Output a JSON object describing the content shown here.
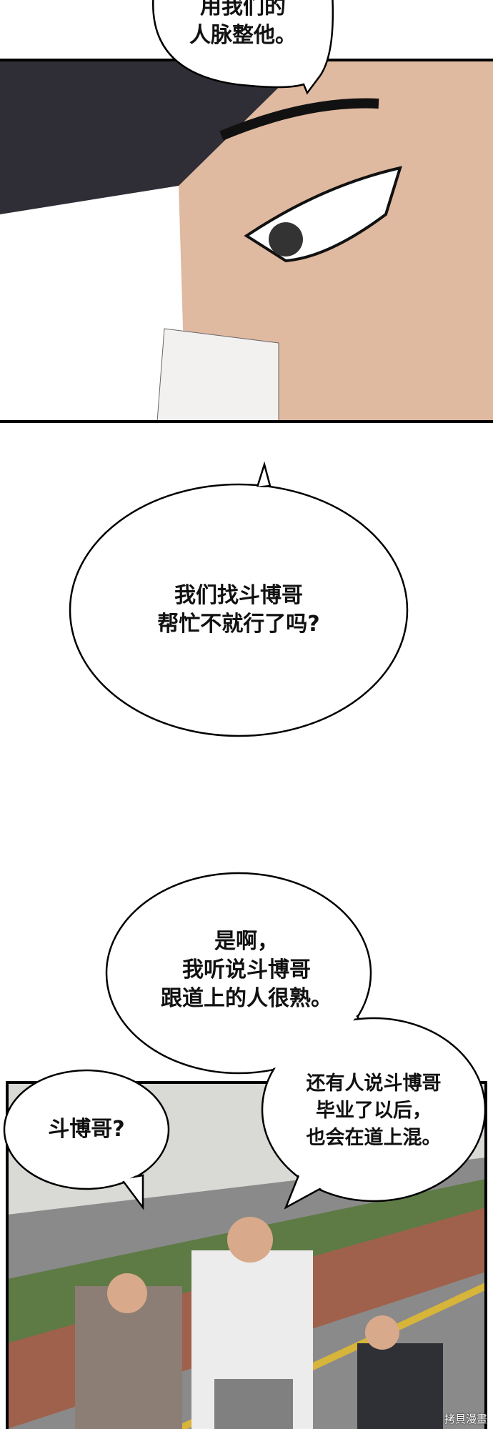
{
  "bubbles": [
    {
      "lines": [
        "用我们的",
        "人脉整他。"
      ]
    },
    {
      "lines": [
        "我们找斗博哥",
        "帮忙不就行了吗?"
      ]
    },
    {
      "lines": [
        "是啊，",
        "我听说斗博哥",
        "跟道上的人很熟。"
      ]
    },
    {
      "lines": [
        "斗博哥?"
      ]
    },
    {
      "lines": [
        "还有人说斗博哥",
        "毕业了以后，",
        "也会在道上混。"
      ]
    }
  ],
  "watermark": "拷貝漫畫",
  "colors": {
    "panel_border": "#000000",
    "skin": "#dfb9a0",
    "hat": "#2f2d35",
    "road": "#8a8a8a",
    "tiles": "#a0614c"
  }
}
